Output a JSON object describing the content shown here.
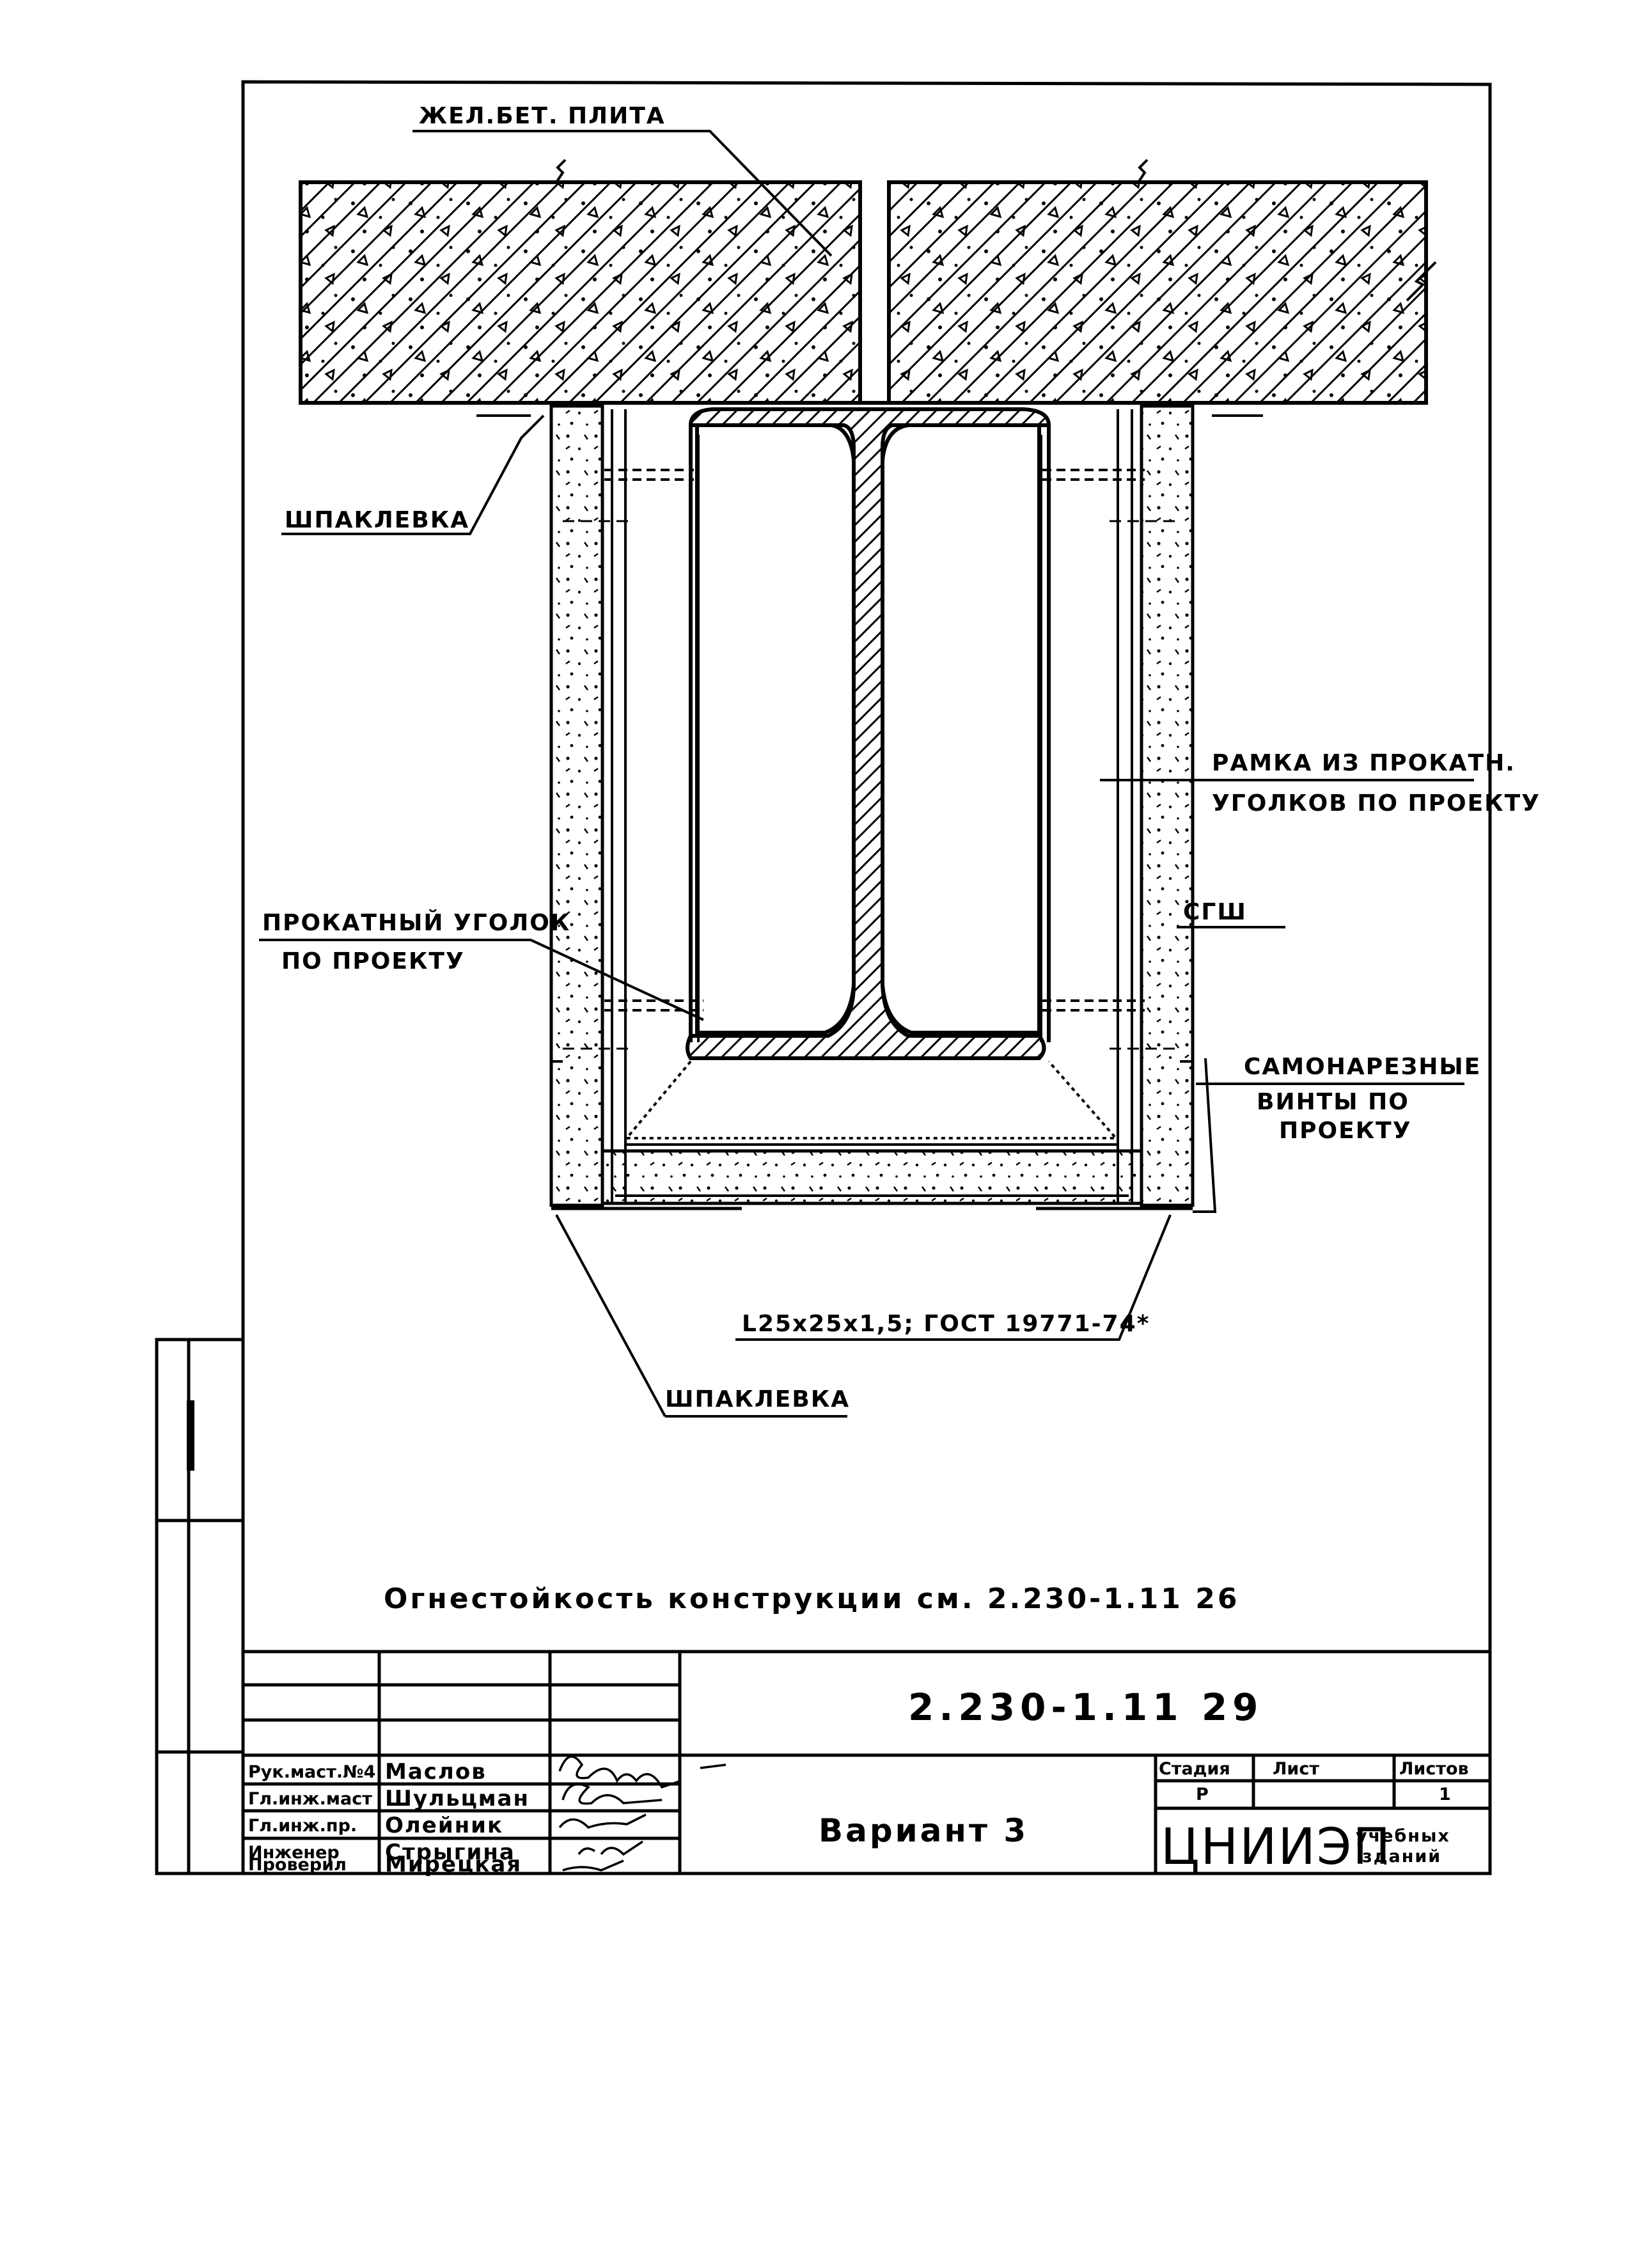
{
  "drawing": {
    "labels": {
      "slab": "ЖЕЛ.БЕТ. ПЛИТА",
      "putty_top": "ШПАКЛЕВКА",
      "frame_line1": "РАМКА ИЗ ПРОКАТН.",
      "frame_line2": "УГОЛКОВ ПО ПРОЕКТУ",
      "angle_line1": "ПРОКАТНЫЙ УГОЛОК",
      "angle_line2": "ПО ПРОЕКТУ",
      "gypsum": "СГШ",
      "screws_line1": "САМОНАРЕЗНЫЕ",
      "screws_line2": "ВИНТЫ ПО",
      "screws_line3": "ПРОЕКТУ",
      "angle_spec": "L25x25x1,5; ГОСТ 19771-74*",
      "putty_bottom": "ШПАКЛЕВКА"
    },
    "note": "Огнестойкость конструкции см. 2.230-1.11 26"
  },
  "title_block": {
    "doc_number": "2.230-1.11 29",
    "title": "Вариант 3",
    "roles": [
      "Рук.маст.№4",
      "Гл.инж.маст",
      "Гл.инж.пр.",
      "Инженер",
      "Проверил"
    ],
    "names": [
      "Маслов",
      "Шульцман",
      "Олейник",
      "Стрыгина",
      "Мирецкая"
    ],
    "stage_header": "Стадия",
    "sheet_header": "Лист",
    "sheets_header": "Листов",
    "stage": "Р",
    "sheet": "",
    "sheets": "1",
    "org_main": "ЦНИИЭП",
    "org_sub1": "учебных",
    "org_sub2": "зданий"
  }
}
